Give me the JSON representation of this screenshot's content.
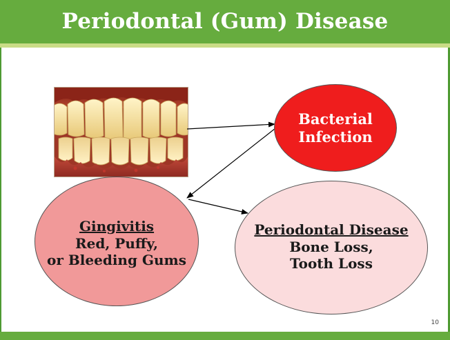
{
  "title": "Periodontal (Gum) Disease",
  "slide_number": "10",
  "nodes": {
    "infection": {
      "line1": "Bacterial",
      "line2": "Infection"
    },
    "gingivitis": {
      "heading": "Gingivitis",
      "line1": "Red, Puffy,",
      "line2": "or Bleeding Gums"
    },
    "periodontal": {
      "heading": "Periodontal Disease",
      "line1": "Bone Loss,",
      "line2": "Tooth Loss"
    }
  },
  "colors": {
    "title_bar": "#66ac3e",
    "accent_stripe": "#c9dc86",
    "infection_fill": "#ef1d1d",
    "gingivitis_fill": "#f19999",
    "periodontal_fill": "#fbdcdd"
  },
  "image": {
    "subject": "photo of inflamed gums"
  }
}
